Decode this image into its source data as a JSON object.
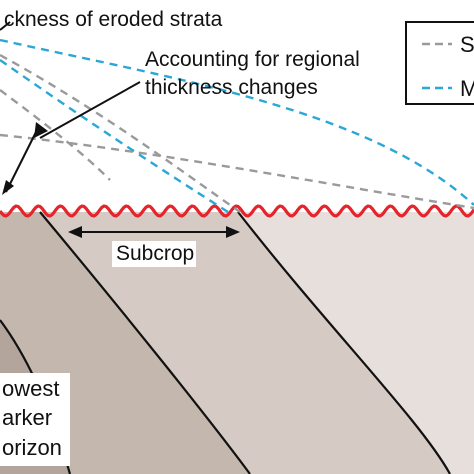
{
  "labels": {
    "eroded_thickness": "ckness of eroded strata",
    "regional_line1": "Accounting for regional",
    "regional_line2": "thickness changes",
    "subcrop": "Subcrop",
    "lowest_line1": "owest",
    "lowest_line2": "arker",
    "lowest_line3": "orizon"
  },
  "legend": {
    "entry1_label": "S",
    "entry2_label": "M",
    "entry1_color": "#9a9a9a",
    "entry2_color": "#2aa7d6"
  },
  "colors": {
    "unconformity": "#e8232b",
    "layer_lightest": "#e7dfdb",
    "layer_light": "#d6cbc4",
    "layer_mid": "#c4b7ae",
    "layer_dark": "#b3a59b",
    "layer_darkest": "#a39389",
    "contact_lines": "#111111"
  }
}
